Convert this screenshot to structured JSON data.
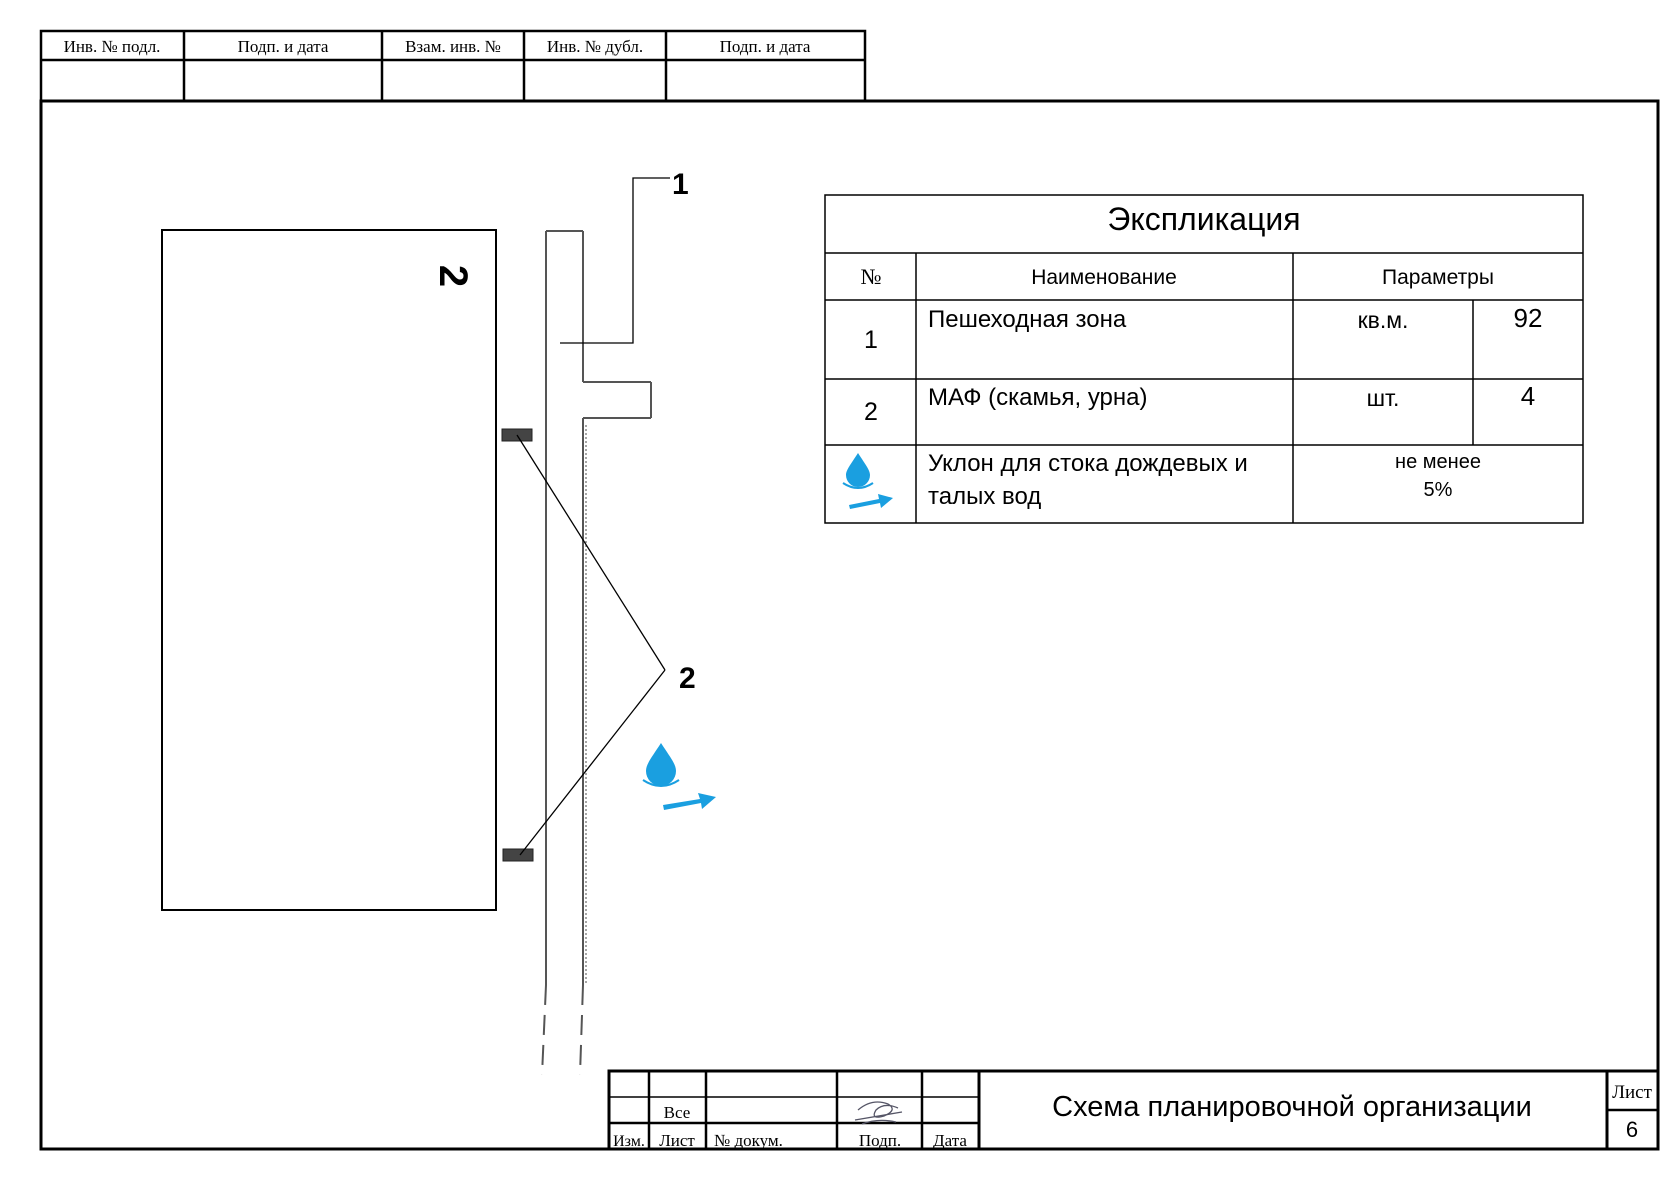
{
  "top_stamp": {
    "headers": [
      "Инв. № подл.",
      "Подп. и дата",
      "Взам. инв. №",
      "Инв. № дубл.",
      "Подп. и дата"
    ]
  },
  "plan": {
    "building_label": "2",
    "callout_path": "1",
    "callout_maf": "2"
  },
  "explication": {
    "title": "Экспликация",
    "header_no": "№",
    "header_name": "Наименование",
    "header_params": "Параметры",
    "rows": [
      {
        "no": "1",
        "name": "Пешеходная зона",
        "unit": "кв.м.",
        "value": "92"
      },
      {
        "no": "2",
        "name": "МАФ (скамья, урна)",
        "unit": "шт.",
        "value": "4"
      }
    ],
    "slope": {
      "icon": "water-drop-arrow-icon",
      "name_line1": "Уклон для стока дождевых и",
      "name_line2": "талых вод",
      "param_line1": "не менее",
      "param_line2": "5%"
    }
  },
  "title_block": {
    "vse": "Все",
    "izm": "Изм.",
    "list": "Лист",
    "doc": "№ докум.",
    "podp": "Подп.",
    "date": "Дата",
    "title": "Схема планировочной организации",
    "sheet_label": "Лист",
    "sheet_number": "6"
  },
  "colors": {
    "line": "#000000",
    "water_blue": "#1a9fe0"
  }
}
